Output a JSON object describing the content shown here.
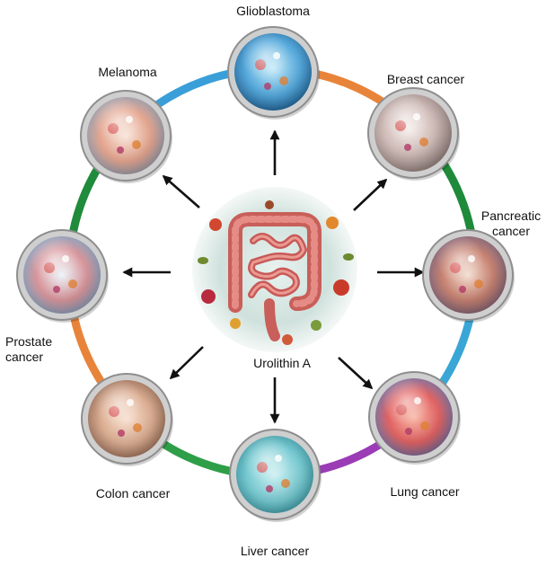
{
  "center": {
    "label": "Urolithin A",
    "icon": "intestine-illustration"
  },
  "nodes": [
    {
      "id": "glioblastoma",
      "label_lines": [
        "Glioblastoma"
      ],
      "icon": "brain-illustration"
    },
    {
      "id": "breast",
      "label_lines": [
        "Breast cancer"
      ],
      "icon": "breast-tissue-illustration"
    },
    {
      "id": "pancreatic",
      "label_lines": [
        "Pancreatic",
        "cancer"
      ],
      "icon": "pancreas-illustration"
    },
    {
      "id": "lung",
      "label_lines": [
        "Lung cancer"
      ],
      "icon": "lungs-illustration"
    },
    {
      "id": "liver",
      "label_lines": [
        "Liver cancer"
      ],
      "icon": "liver-illustration"
    },
    {
      "id": "colon",
      "label_lines": [
        "Colon cancer"
      ],
      "icon": "colon-illustration"
    },
    {
      "id": "prostate",
      "label_lines": [
        "Prostate",
        "cancer"
      ],
      "icon": "prostate-illustration"
    },
    {
      "id": "melanoma",
      "label_lines": [
        "Melanoma"
      ],
      "icon": "skin-illustration"
    }
  ],
  "ring_colors": [
    "#e8843a",
    "#1e8a3a",
    "#3aa6d6",
    "#9b3bb5",
    "#2f9e48",
    "#e8843a",
    "#1f8b3b",
    "#3a9fd8"
  ],
  "colors": {
    "arrow": "#111111",
    "label": "#111111",
    "node_border": "#8e8e8e"
  }
}
